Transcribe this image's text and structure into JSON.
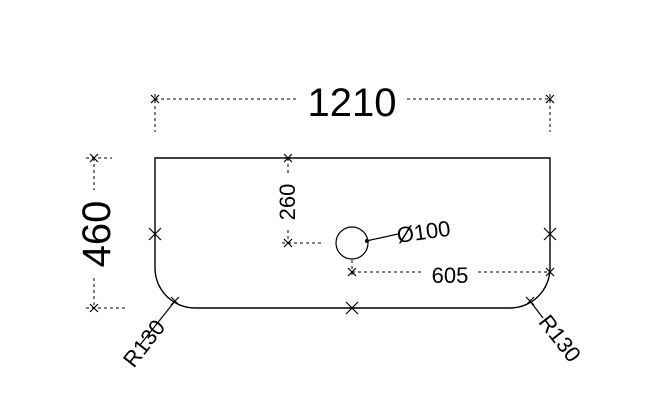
{
  "drawing": {
    "dimensions": {
      "overall_width": "1210",
      "overall_depth": "460",
      "hole_offset_top": "260",
      "hole_diameter": "Ø100",
      "hole_offset_right": "605",
      "radius_left": "R130",
      "radius_right": "R130"
    },
    "line_color": "#000000",
    "background_color": "#ffffff"
  }
}
